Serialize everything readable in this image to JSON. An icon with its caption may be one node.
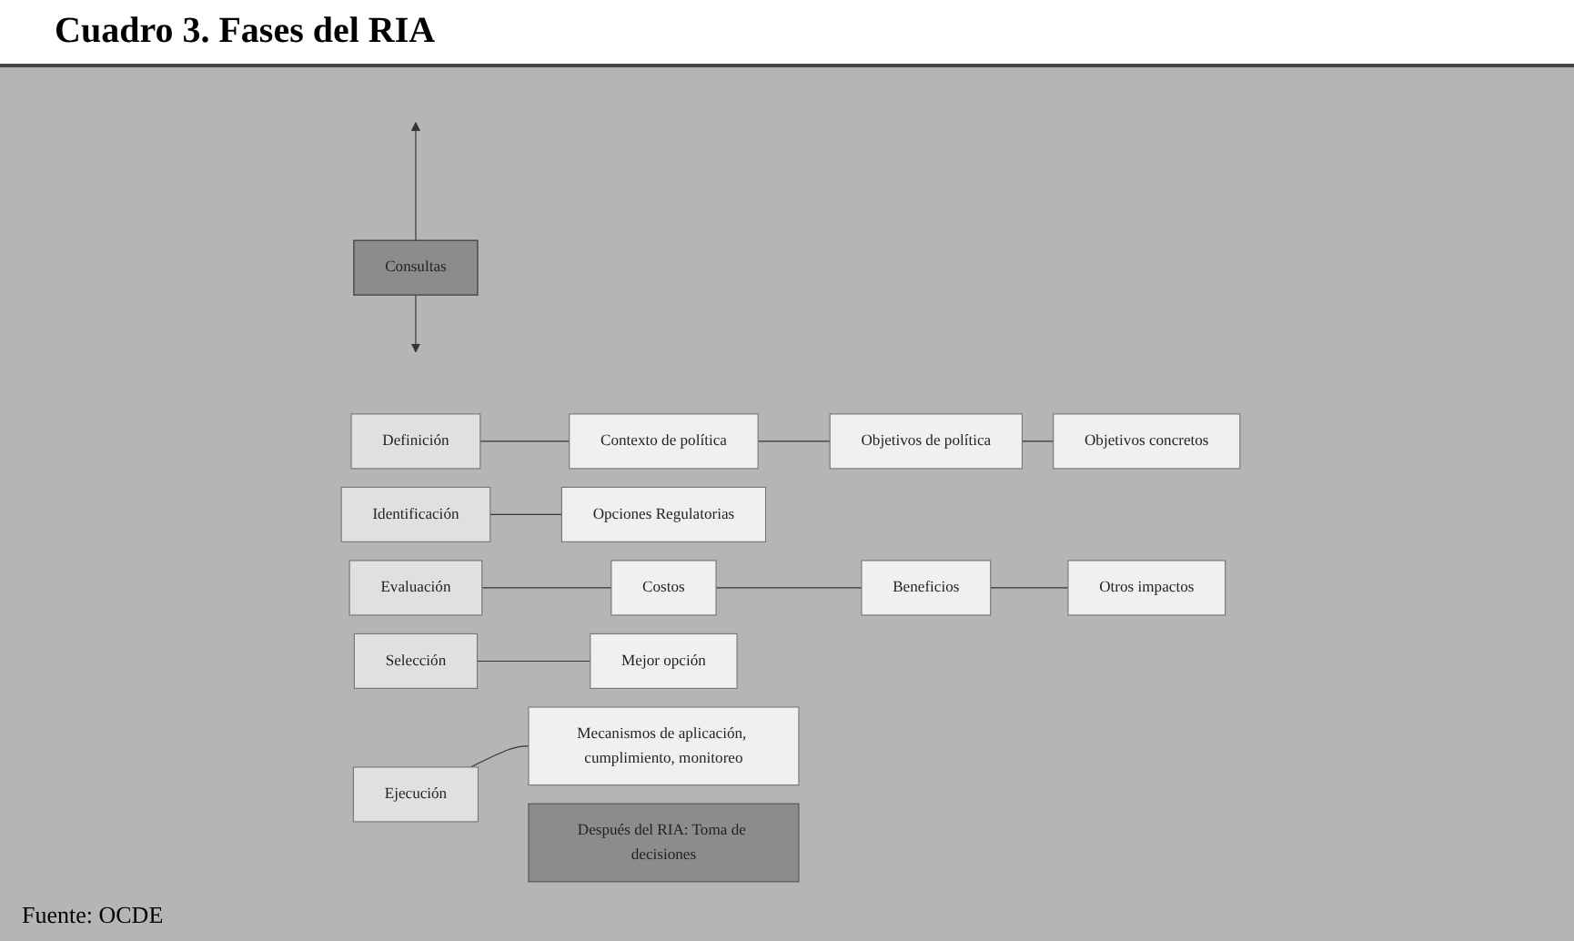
{
  "diagram": {
    "title": "Cuadro 3. Fases del RIA",
    "caption": "Fuente: OCDE",
    "nodes": [
      {
        "text": [
          "Consultas"
        ]
      },
      {
        "text": [
          "Definición"
        ]
      },
      {
        "text": [
          "Identificación"
        ]
      },
      {
        "text": [
          "Evaluación"
        ]
      },
      {
        "text": [
          "Selección"
        ]
      },
      {
        "text": [
          "Ejecución"
        ]
      },
      {
        "text": [
          "Contexto de política"
        ]
      },
      {
        "text": [
          "Objetivos de política"
        ]
      },
      {
        "text": [
          "Objetivos concretos"
        ]
      },
      {
        "text": [
          "Opciones Regulatorias"
        ]
      },
      {
        "text": [
          "Costos"
        ]
      },
      {
        "text": [
          "Beneficios"
        ]
      },
      {
        "text": [
          "Otros impactos"
        ]
      },
      {
        "text": [
          "Mejor opción"
        ]
      },
      {
        "text": [
          "Mecanismos de aplicación, cumplimiento, monitoreo"
        ]
      },
      {
        "text": [
          "Después del RIA: Toma de decisiones"
        ]
      }
    ],
    "edges": [
      {
        "from": 0,
        "to": null,
        "arrow": "to"
      },
      {
        "from": 0,
        "to": null,
        "arrow": "to"
      },
      {
        "from": 1,
        "to": 6,
        "arrow": "none"
      },
      {
        "from": 6,
        "to": 7,
        "arrow": "none"
      },
      {
        "from": 7,
        "to": 8,
        "arrow": "none"
      },
      {
        "from": 2,
        "to": 9,
        "arrow": "none"
      },
      {
        "from": 3,
        "to": 10,
        "arrow": "none"
      },
      {
        "from": 10,
        "to": 11,
        "arrow": "none"
      },
      {
        "from": 11,
        "to": 12,
        "arrow": "none"
      },
      {
        "from": 4,
        "to": 13,
        "arrow": "none"
      },
      {
        "from": 5,
        "to": 14,
        "arrow": "none"
      }
    ]
  }
}
